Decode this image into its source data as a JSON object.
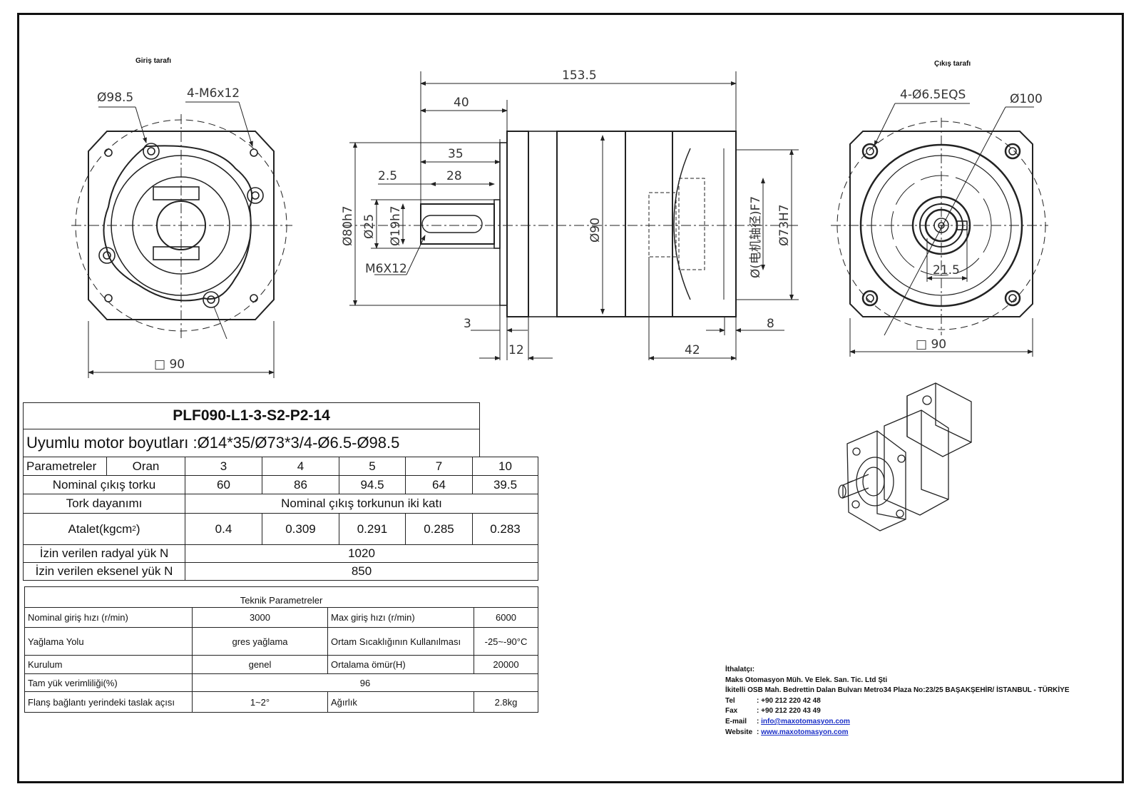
{
  "views": {
    "input_side_label": "Giriş tarafı",
    "output_side_label": "Çıkış tarafı"
  },
  "dimensions": {
    "left": [
      "Ø98.5",
      "4-M6x12",
      "□ 90"
    ],
    "side": [
      "153.5",
      "40",
      "35",
      "28",
      "2.5",
      "Ø80h7",
      "Ø25",
      "Ø19h7",
      "M6X12",
      "Ø90",
      "Ø(电机轴径)F7",
      "Ø73H7",
      "3",
      "12",
      "42",
      "8"
    ],
    "right": [
      "4-Ø6.5EQS",
      "Ø100",
      "21.5",
      "□ 90"
    ]
  },
  "model": {
    "code": "PLF090-L1-3-S2-P2-14",
    "motor_dims": "Uyumlu motor boyutları :Ø14*35/Ø73*3/4-Ø6.5-Ø98.5"
  },
  "params": {
    "h_param": "Parametreler",
    "h_ratio": "Oran",
    "ratios": [
      "3",
      "4",
      "5",
      "7",
      "10"
    ],
    "torque_label": "Nominal çıkış torku",
    "torque": [
      "60",
      "86",
      "94.5",
      "64",
      "39.5"
    ],
    "endurance_label": "Tork dayanımı",
    "endurance": "Nominal çıkış torkunun iki katı",
    "inertia_label": "Atalet(kgcm",
    "inertia_sup": "2",
    "inertia_tail": " )",
    "inertia": [
      "0.4",
      "0.309",
      "0.291",
      "0.285",
      "0.283"
    ],
    "radial_label": "İzin verilen radyal yük N",
    "radial": "1020",
    "axial_label": "İzin verilen eksenel yük N",
    "axial": "850"
  },
  "tech": {
    "title": "Teknik Parametreler",
    "rows": [
      [
        "Nominal giriş hızı  (r/min)",
        "3000",
        "Max giriş hızı (r/min)",
        "6000"
      ],
      [
        "Yağlama Yolu",
        "gres yağlama",
        "Ortam Sıcaklığının Kullanılması",
        "-25~-90°C"
      ],
      [
        "Kurulum",
        "genel",
        "Ortalama ömür(H)",
        "20000"
      ]
    ],
    "efficiency_label": "Tam yük verimliliği(%)",
    "efficiency": "96",
    "flange_label": "Flanş bağlantı yerindeki taslak açısı",
    "flange": "1~2°",
    "weight_label": "Ağırlık",
    "weight": "2.8kg"
  },
  "importer": {
    "heading": "İthalatçı:",
    "company": "Maks Otomasyon Müh. Ve Elek. San. Tic. Ltd Şti",
    "address": "İkitelli OSB Mah. Bedrettin Dalan Bulvarı Metro34 Plaza No:23/25 BAŞAKŞEHİR/ İSTANBUL - TÜRKİYE",
    "tel_key": "Tel",
    "tel": ": +90 212 220 42 48",
    "fax_key": "Fax",
    "fax": ": +90 212 220 43 49",
    "email_key": "E-mail",
    "email": "info@maxotomasyon.com",
    "web_key": "Website",
    "web": "www.maxotomasyon.com"
  }
}
